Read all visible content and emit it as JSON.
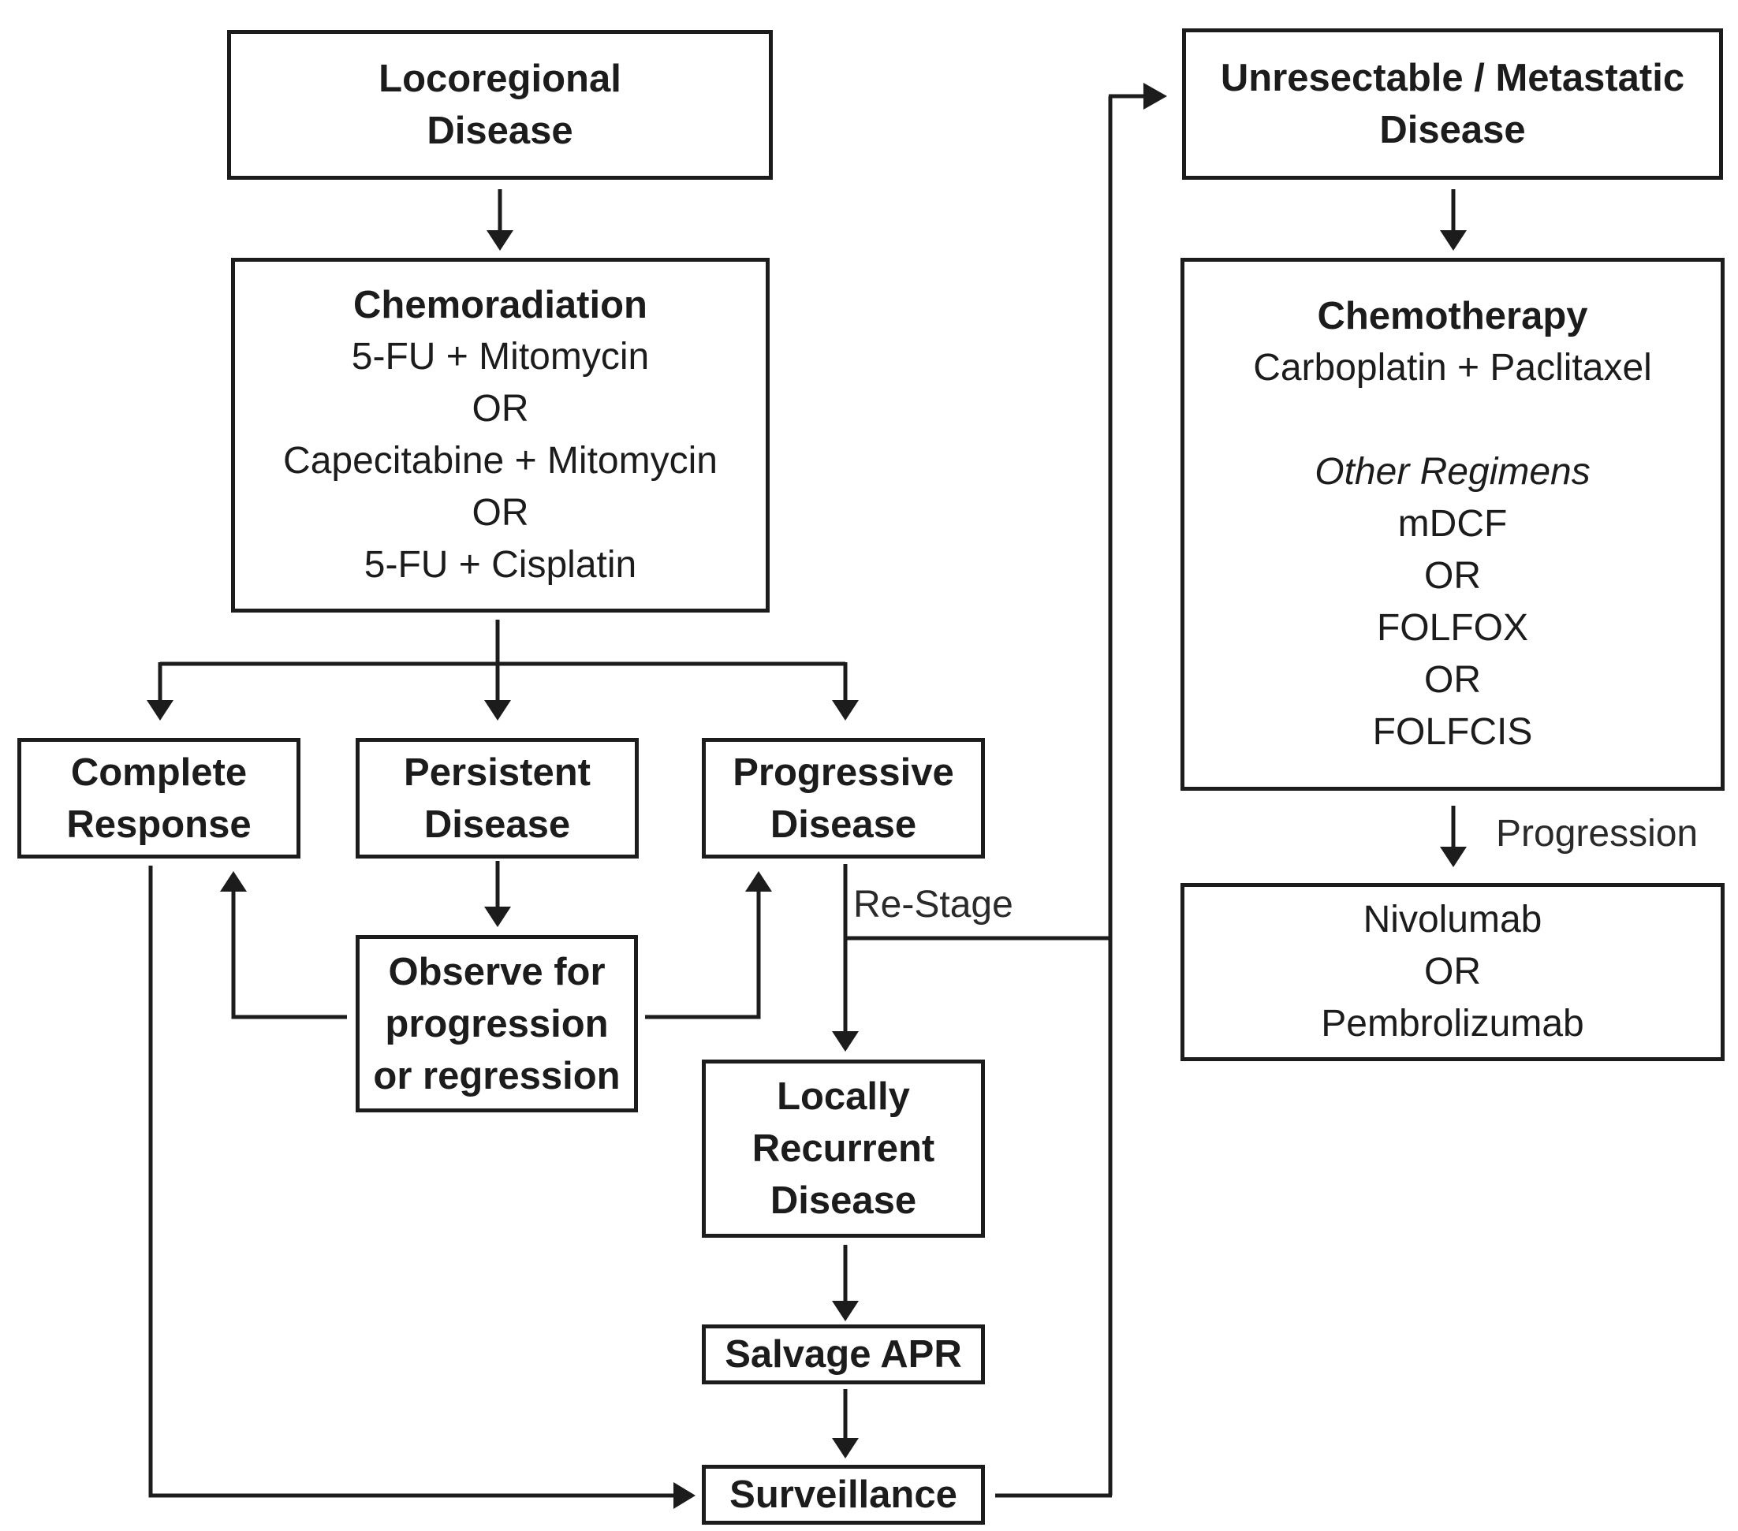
{
  "boxes": {
    "locoregional": {
      "title": [
        "Locoregional",
        "Disease"
      ]
    },
    "chemoradiation": {
      "title": "Chemoradiation",
      "lines": [
        "5-FU + Mitomycin",
        "OR",
        "Capecitabine + Mitomycin",
        "OR",
        "5-FU + Cisplatin"
      ]
    },
    "complete_response": {
      "title": [
        "Complete",
        "Response"
      ]
    },
    "persistent_disease": {
      "title": [
        "Persistent",
        "Disease"
      ]
    },
    "progressive_disease": {
      "title": [
        "Progressive",
        "Disease"
      ]
    },
    "observe": {
      "title": [
        "Observe for",
        "progression",
        "or regression"
      ]
    },
    "locally_recurrent": {
      "title": [
        "Locally",
        "Recurrent",
        "Disease"
      ]
    },
    "salvage_apr": {
      "title": "Salvage APR"
    },
    "surveillance": {
      "title": "Surveillance"
    },
    "unresectable": {
      "title": [
        "Unresectable / Metastatic",
        "Disease"
      ]
    },
    "chemotherapy": {
      "title": "Chemotherapy",
      "first_line": "Carboplatin + Paclitaxel",
      "other_heading": "Other Regimens",
      "other_lines": [
        "mDCF",
        "OR",
        "FOLFOX",
        "OR",
        "FOLFCIS"
      ]
    },
    "immunotherapy": {
      "lines": [
        "Nivolumab",
        "OR",
        "Pembrolizumab"
      ]
    }
  },
  "labels": {
    "restage": "Re-Stage",
    "progression": "Progression"
  }
}
